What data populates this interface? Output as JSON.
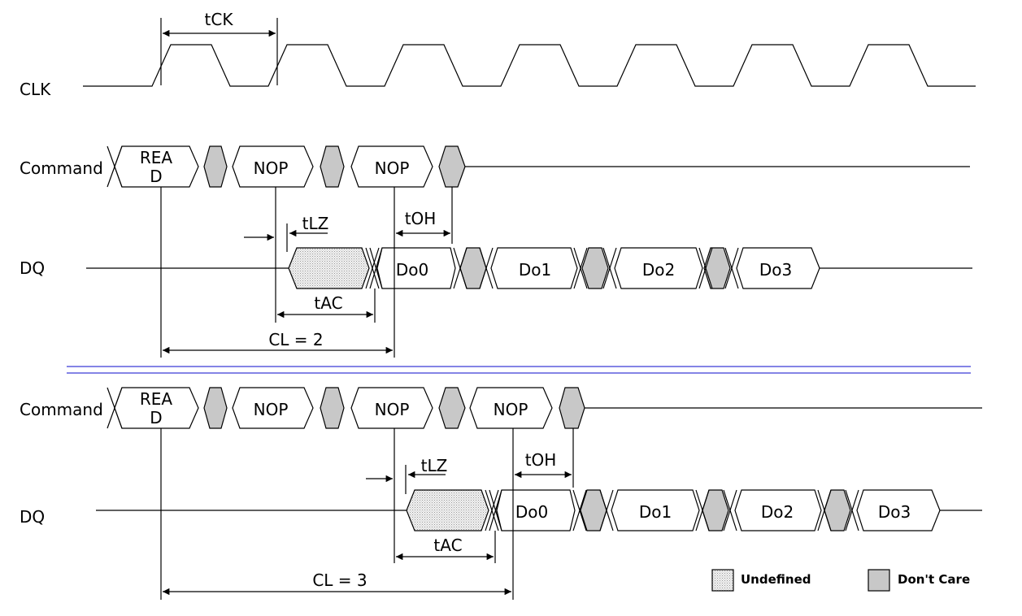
{
  "signals": {
    "clk": "CLK",
    "command_top": "Command",
    "dq_top": "DQ",
    "command_bottom": "Command",
    "dq_bottom": "DQ"
  },
  "timing": {
    "tck": "tCK",
    "tlz_top": "tLZ",
    "toh_top": "tOH",
    "tac_top": "tAC",
    "cl_top": "CL = 2",
    "tlz_bottom": "tLZ",
    "toh_bottom": "tOH",
    "tac_bottom": "tAC",
    "cl_bottom": "CL = 3"
  },
  "commands_top": [
    {
      "l1": "REA",
      "l2": "D"
    },
    {
      "l1": "NOP",
      "l2": ""
    },
    {
      "l1": "NOP",
      "l2": ""
    }
  ],
  "commands_bottom": [
    {
      "l1": "REA",
      "l2": "D"
    },
    {
      "l1": "NOP",
      "l2": ""
    },
    {
      "l1": "NOP",
      "l2": ""
    },
    {
      "l1": "NOP",
      "l2": ""
    }
  ],
  "dq_top": [
    "Do0",
    "Do1",
    "Do2",
    "Do3"
  ],
  "dq_bottom": [
    "Do0",
    "Do1",
    "Do2",
    "Do3"
  ],
  "legend": {
    "undefined": "Undefined",
    "dont_care": "Don't Care"
  },
  "colors": {
    "dont_care_fill": "#c8c8c8",
    "separator": "#3a3ad8"
  }
}
